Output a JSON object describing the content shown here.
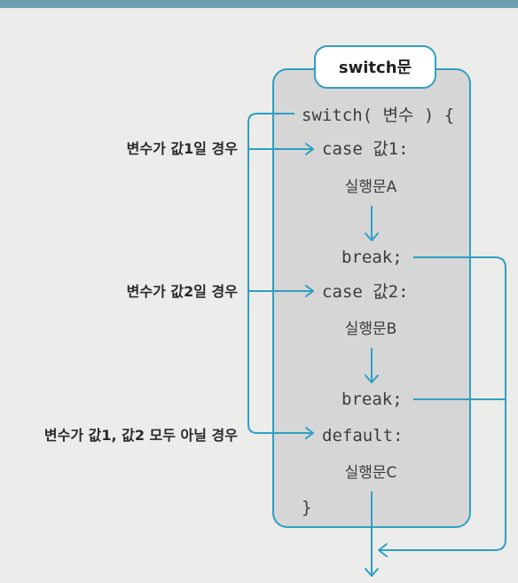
{
  "title": "switch문",
  "code": {
    "switch_line": "switch( 변수 ) {",
    "case1": "case 값1:",
    "stmtA": "실행문A",
    "break1": "break;",
    "case2": "case 값2:",
    "stmtB": "실행문B",
    "break2": "break;",
    "default_line": "default:",
    "stmtC": "실행문C",
    "close_brace": "}"
  },
  "conditions": {
    "cond1": "변수가 값1일 경우",
    "cond2": "변수가 값2일 경우",
    "cond3": "변수가 값1, 값2 모두 아닐 경우"
  },
  "colors": {
    "accent": "#2f9fc2",
    "box_fill": "#d6d6d6",
    "background": "#ececea"
  }
}
